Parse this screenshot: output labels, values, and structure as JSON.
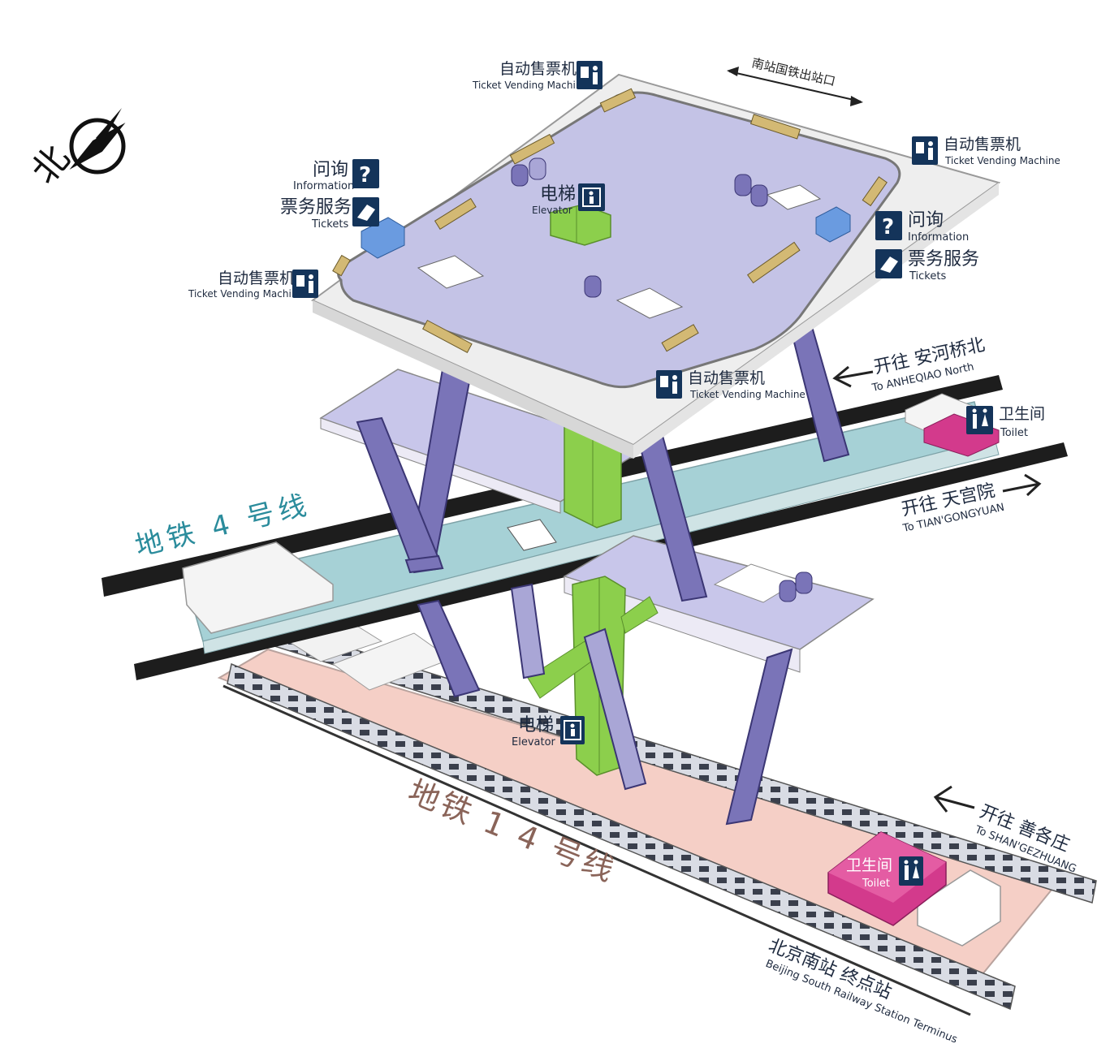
{
  "compass": {
    "label": "北",
    "icon": "compass-icon"
  },
  "exit_label": "南站国铁出站口",
  "top_level": {
    "tvm_top": {
      "cn": "自动售票机",
      "en": "Ticket Vending Machine"
    },
    "tvm_right": {
      "cn": "自动售票机",
      "en": "Ticket Vending Machine"
    },
    "tvm_left": {
      "cn": "自动售票机",
      "en": "Ticket Vending Machine"
    },
    "tvm_bottom": {
      "cn": "自动售票机",
      "en": "Ticket Vending Machine"
    },
    "info_left": {
      "cn": "问询",
      "en": "Information"
    },
    "tickets_left": {
      "cn": "票务服务",
      "en": "Tickets"
    },
    "info_right": {
      "cn": "问询",
      "en": "Information"
    },
    "tickets_right": {
      "cn": "票务服务",
      "en": "Tickets"
    },
    "elevator": {
      "cn": "电梯",
      "en": "Elevator"
    }
  },
  "line4": {
    "name": "地铁 4 号线",
    "dir_north": {
      "cn": "开往 安河桥北",
      "en": "To ANHEQIAO North"
    },
    "dir_south": {
      "cn": "开往 天宫院",
      "en": "To TIAN'GONGYUAN"
    },
    "toilet": {
      "cn": "卫生间",
      "en": "Toilet"
    }
  },
  "line14": {
    "name": "地铁 1 4 号线",
    "elevator": {
      "cn": "电梯",
      "en": "Elevator"
    },
    "dir": {
      "cn": "开往 善各庄",
      "en": "To SHAN'GEZHUANG"
    },
    "toilet": {
      "cn": "卫生间",
      "en": "Toilet"
    },
    "terminus": {
      "cn": "北京南站 终点站",
      "en": "Beijing South Railway Station Terminus"
    }
  },
  "colors": {
    "concourse_floor": "#c4c3e6",
    "line4_platform": "#a6d1d6",
    "line14_platform": "#f5cfc6",
    "line4_label": "#2b8c9c",
    "line14_label": "#8a6459",
    "elevator": "#8ccf4c",
    "escalator": "#7a74b8",
    "toilet": "#d33a8c",
    "sign_bg": "#14345a"
  }
}
